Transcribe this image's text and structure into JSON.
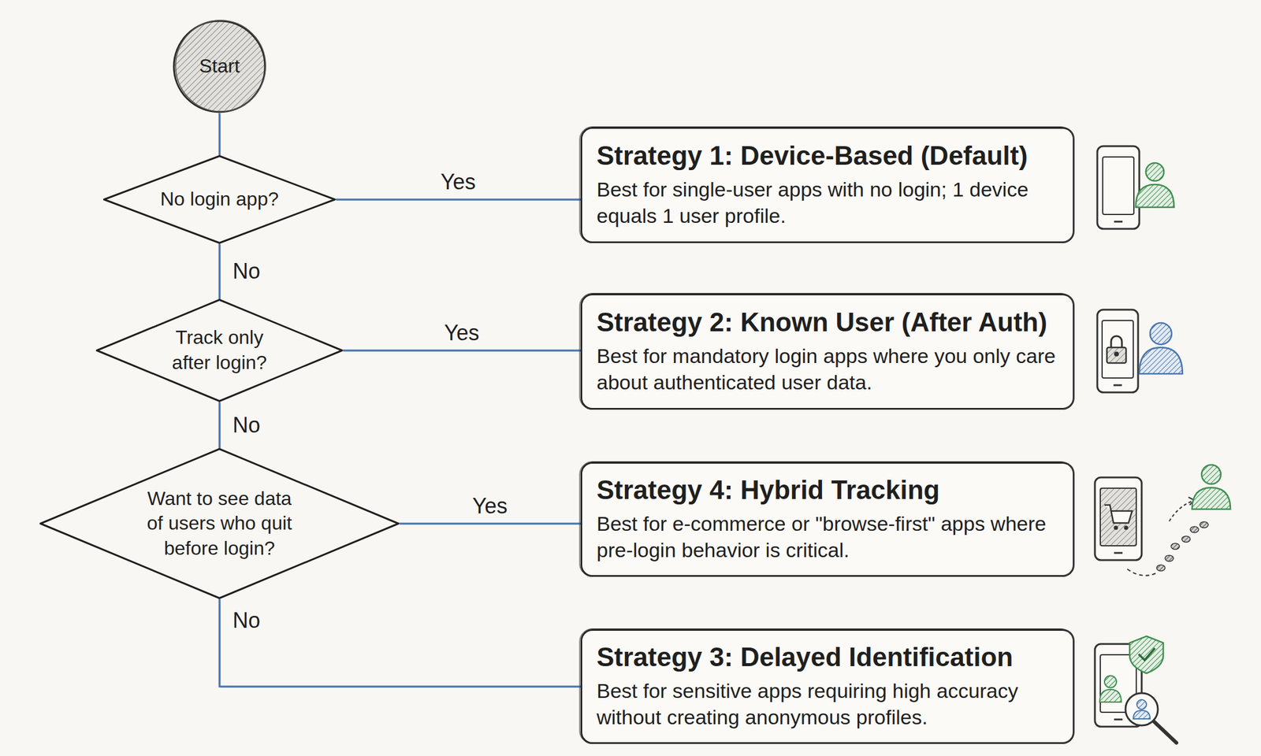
{
  "diagram": {
    "nodes": [
      {
        "text": [
          "Start"
        ]
      },
      {
        "text": [
          "No login app?"
        ]
      },
      {
        "text": [
          "Strategy 1: Device-Based (Default)",
          "Best for single-user apps with no login; 1 device equals 1 user profile."
        ]
      },
      {
        "text": [
          "Track only after login?"
        ]
      },
      {
        "text": [
          "Strategy 2: Known User (After Auth)",
          "Best for mandatory login apps where you only care about authenticated user data."
        ]
      },
      {
        "text": [
          "Want to see data of users who quit before login?"
        ]
      },
      {
        "text": [
          "Strategy 4: Hybrid Tracking",
          "Best for e-commerce or \"browse-first\" apps where pre-login behavior is critical."
        ]
      },
      {
        "text": [
          "Strategy 3: Delayed Identification",
          "Best for sensitive apps requiring high accuracy without creating anonymous profiles."
        ]
      }
    ],
    "edges": [
      {
        "from": 0,
        "to": 1,
        "arrow": "none"
      },
      {
        "from": 1,
        "to": 2,
        "label": "Yes",
        "arrow": "none"
      },
      {
        "from": 1,
        "to": 3,
        "label": "No",
        "arrow": "none"
      },
      {
        "from": 3,
        "to": 4,
        "label": "Yes",
        "arrow": "none"
      },
      {
        "from": 3,
        "to": 5,
        "label": "No",
        "arrow": "none"
      },
      {
        "from": 5,
        "to": 6,
        "label": "Yes",
        "arrow": "none"
      },
      {
        "from": 5,
        "to": 7,
        "label": "No",
        "arrow": "none"
      }
    ]
  }
}
